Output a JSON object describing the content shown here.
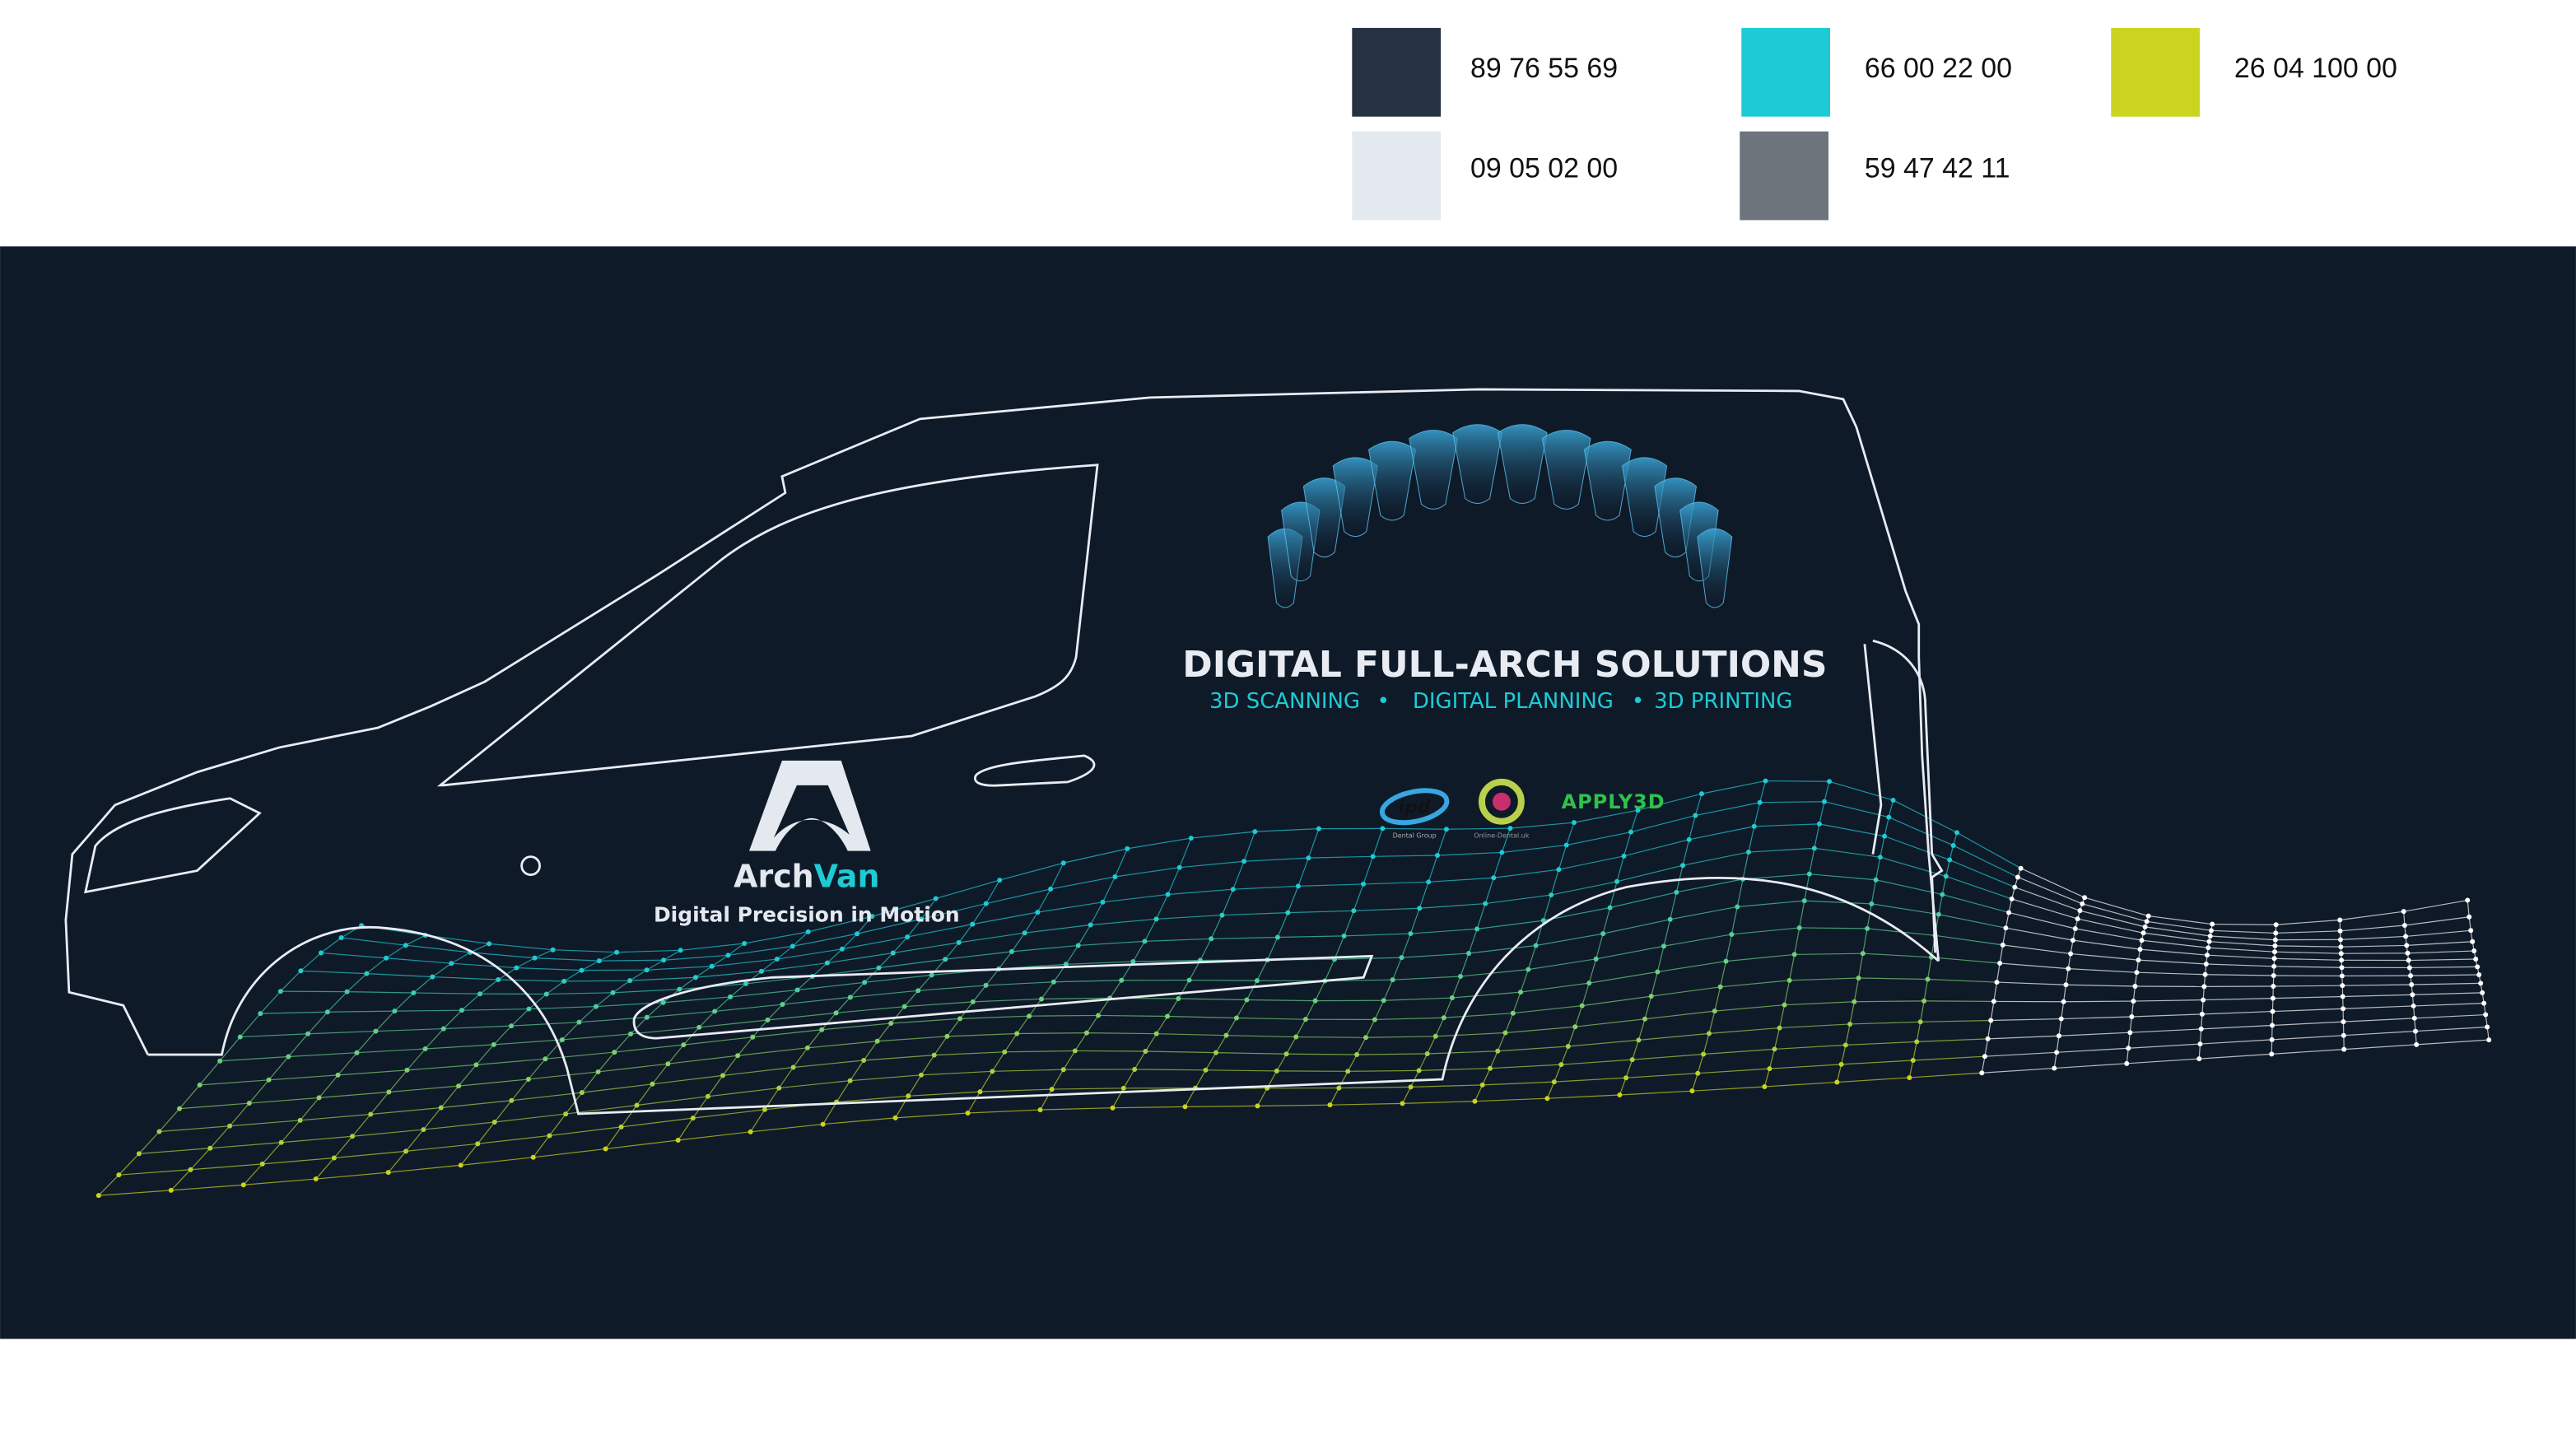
{
  "palette": [
    {
      "color": "#263241",
      "cmyk": "89 76 55 69"
    },
    {
      "color": "#1ecbd4",
      "cmyk": "66 00 22 00"
    },
    {
      "color": "#cbd41e",
      "cmyk": "26 04 100 00"
    },
    {
      "color": "#e4e8ef",
      "cmyk": "09 05 02 00"
    },
    {
      "color": "#6e747c",
      "cmyk": "59 47 42 11"
    }
  ],
  "background_color": "#0f1a29",
  "brand": {
    "name_part1": "Arch",
    "name_part2": "Van",
    "tagline": "Digital Precision in Motion",
    "accent": "#1ecbd4"
  },
  "headline": {
    "title": "DIGITAL FULL-ARCH SOLUTIONS",
    "services": [
      "3D SCANNING",
      "DIGITAL PLANNING",
      "3D PRINTING"
    ],
    "separator": "•"
  },
  "partners": [
    {
      "name": "ipd",
      "subtitle": "Dental Group"
    },
    {
      "name": "Online-Dental.uk"
    },
    {
      "name": "APPLY3D"
    }
  ]
}
